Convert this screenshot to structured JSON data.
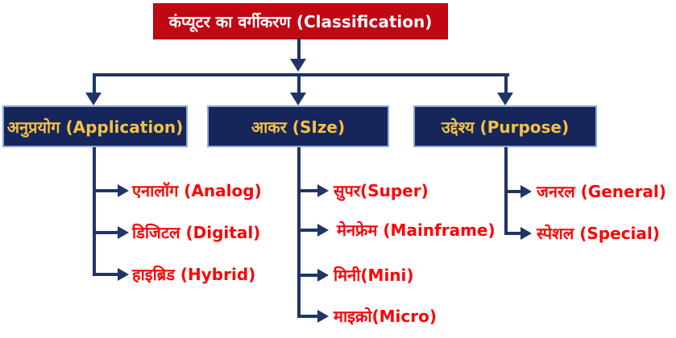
{
  "title": {
    "label": "कंप्यूटर का वर्गीकरण (Classification)"
  },
  "colors": {
    "title_bg": "#C00713",
    "title_text": "#FFFFFF",
    "category_box_bg": "#16265B",
    "category_box_border": "#8FA9D6",
    "category_text": "#F6C143",
    "connector": "#1E3566",
    "item_text": "#FA0505",
    "background": "#FFFFFF"
  },
  "branches": [
    {
      "label": "अनुप्रयोग (Application)",
      "items": [
        {
          "label": "एनालॉग (Analog)"
        },
        {
          "label": "डिजिटल (Digital)"
        },
        {
          "label": "हाइब्रिड (Hybrid)"
        }
      ]
    },
    {
      "label": "आकर (SIze)",
      "items": [
        {
          "label": "सुपर(Super)"
        },
        {
          "label": "मेनफ्रेम (Mainframe)"
        },
        {
          "label": "मिनी(Mini)"
        },
        {
          "label": "माइक्रो(Micro)"
        }
      ]
    },
    {
      "label": "उद्देश्य (Purpose)",
      "items": [
        {
          "label": "जनरल (General)"
        },
        {
          "label": "स्पेशल (Special)"
        }
      ]
    }
  ]
}
